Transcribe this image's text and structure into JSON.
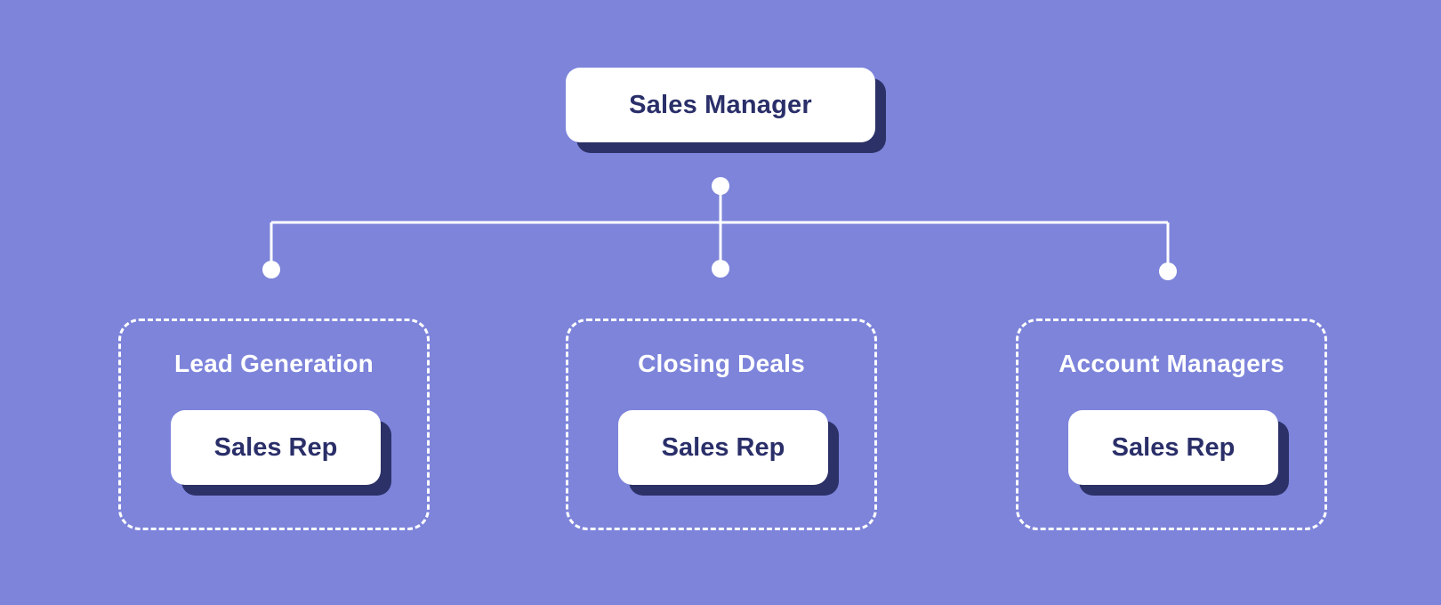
{
  "colors": {
    "background": "#7d84da",
    "node_fill": "#ffffff",
    "node_shadow": "#2c3168",
    "node_text": "#2a2f69",
    "line": "#ffffff",
    "group_text": "#ffffff",
    "group_border": "#ffffff"
  },
  "diagram": {
    "root": {
      "label": "Sales Manager"
    },
    "groups": [
      {
        "title": "Lead Generation",
        "member": "Sales Rep"
      },
      {
        "title": "Closing Deals",
        "member": "Sales Rep"
      },
      {
        "title": "Account Managers",
        "member": "Sales Rep"
      }
    ]
  }
}
